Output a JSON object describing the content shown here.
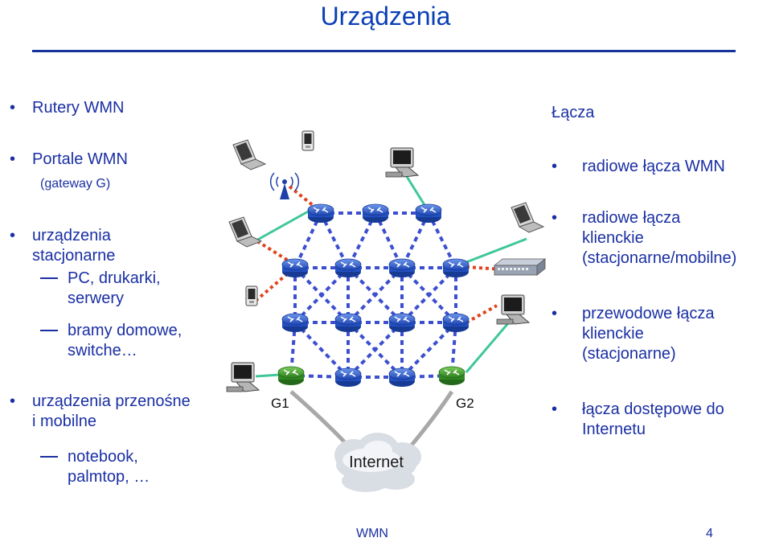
{
  "title": "Urządzenia",
  "left": {
    "rutery": "Rutery WMN",
    "portale": "Portale WMN",
    "portale_sub": "(gateway G)",
    "stac_1": "urządzenia",
    "stac_2": "stacjonarne",
    "pc_1": "PC, drukarki,",
    "pc_2": "serwery",
    "bramy_1": "bramy domowe,",
    "bramy_2": "switche…",
    "mob_1": "urządzenia przenośne",
    "mob_2": "i mobilne",
    "note_1": "notebook,",
    "note_2": "palmtop, …"
  },
  "right": {
    "header": "Łącza",
    "l1": "radiowe łącza WMN",
    "l2_1": "radiowe łącza",
    "l2_2": "klienckie",
    "l2_3": "(stacjonarne/mobilne)",
    "l3_1": "przewodowe łącza",
    "l3_2": "klienckie",
    "l3_3": "(stacjonarne)",
    "l4_1": "łącza dostępowe do",
    "l4_2": "Internetu"
  },
  "diagram": {
    "g1": "G1",
    "g2": "G2",
    "internet": "Internet"
  },
  "footer": {
    "center": "WMN",
    "page": "4"
  },
  "colors": {
    "title": "#0b3fb4",
    "text": "#1a2fa3",
    "wmn_link": "#3b4fd0",
    "wireless_client": "#e0441e",
    "wired_client": "#3fc79a",
    "router": "#2b5cd1",
    "gateway": "#3d9a2a"
  }
}
